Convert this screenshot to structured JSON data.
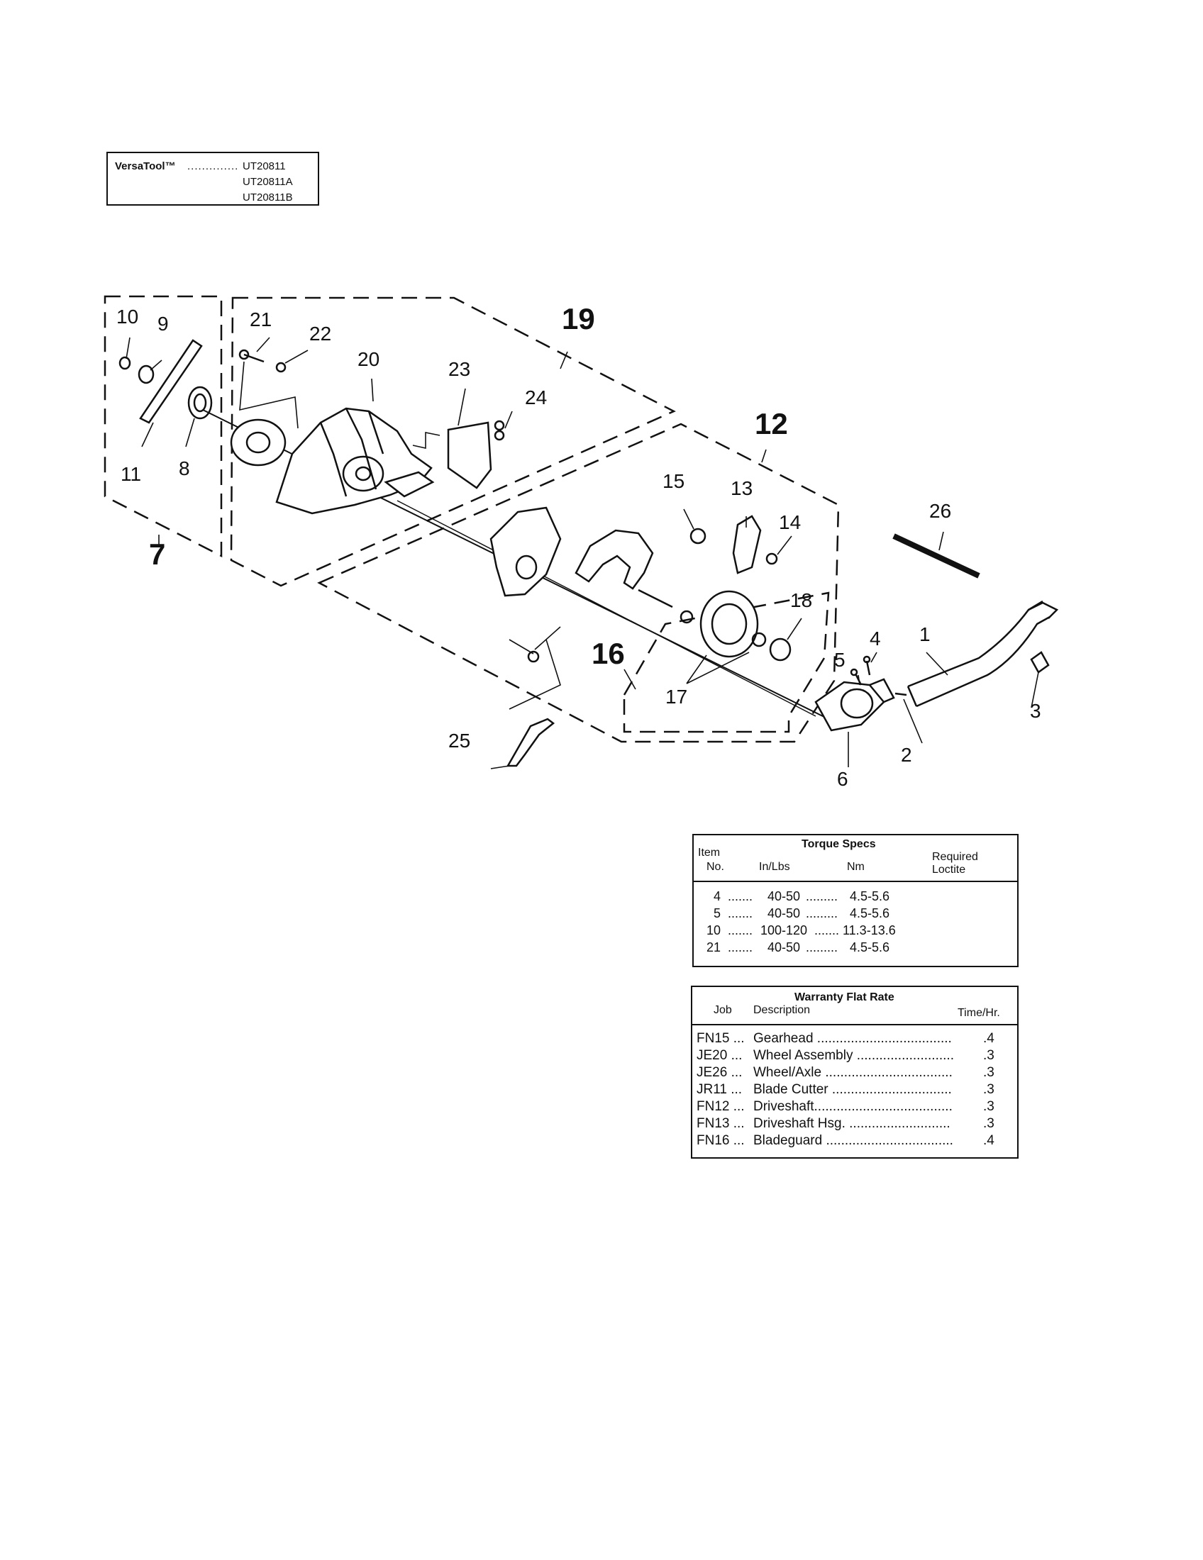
{
  "model_box": {
    "brand": "VersaTool™",
    "dots": "..............",
    "models": [
      "UT20811",
      "UT20811A",
      "UT20811B"
    ]
  },
  "callouts": {
    "c1": "1",
    "c2": "2",
    "c3": "3",
    "c4": "4",
    "c5": "5",
    "c6": "6",
    "c7": "7",
    "c8": "8",
    "c9": "9",
    "c10": "10",
    "c11": "11",
    "c12": "12",
    "c13": "13",
    "c14": "14",
    "c15": "15",
    "c16": "16",
    "c17": "17",
    "c18": "18",
    "c19": "19",
    "c20": "20",
    "c21": "21",
    "c22": "22",
    "c23": "23",
    "c24": "24",
    "c25": "25",
    "c26": "26"
  },
  "torque_specs": {
    "title": "Torque Specs",
    "col_item": "Item",
    "col_no": "No.",
    "col_inlbs": "In/Lbs",
    "col_nm": "Nm",
    "col_required": "Required",
    "col_loctite": "Loctite",
    "rows": [
      {
        "item": "4",
        "dots1": ".......",
        "inlbs": "40-50",
        "dots2": ".........",
        "nm": "4.5-5.6"
      },
      {
        "item": "5",
        "dots1": ".......",
        "inlbs": "40-50",
        "dots2": ".........",
        "nm": "4.5-5.6"
      },
      {
        "item": "10",
        "dots1": ".......",
        "inlbs": "100-120",
        "dots2": ".......",
        "nm": "11.3-13.6"
      },
      {
        "item": "21",
        "dots1": ".......",
        "inlbs": "40-50",
        "dots2": ".........",
        "nm": "4.5-5.6"
      }
    ]
  },
  "warranty": {
    "title": "Warranty Flat Rate",
    "col_job": "Job",
    "col_desc": "Description",
    "col_time": "Time/Hr.",
    "rows": [
      {
        "job": "FN15 ...",
        "desc": "Gearhead ....................................",
        "time": ".4"
      },
      {
        "job": "JE20 ...",
        "desc": "Wheel Assembly ..........................",
        "time": ".3"
      },
      {
        "job": "JE26 ...",
        "desc": "Wheel/Axle ..................................",
        "time": ".3"
      },
      {
        "job": "JR11 ...",
        "desc": "Blade Cutter ................................",
        "time": ".3"
      },
      {
        "job": "FN12 ...",
        "desc": "Driveshaft.....................................",
        "time": ".3"
      },
      {
        "job": "FN13 ...",
        "desc": "Driveshaft Hsg. ...........................",
        "time": ".3"
      },
      {
        "job": "FN16 ...",
        "desc": "Bladeguard ..................................",
        "time": ".4"
      }
    ]
  }
}
